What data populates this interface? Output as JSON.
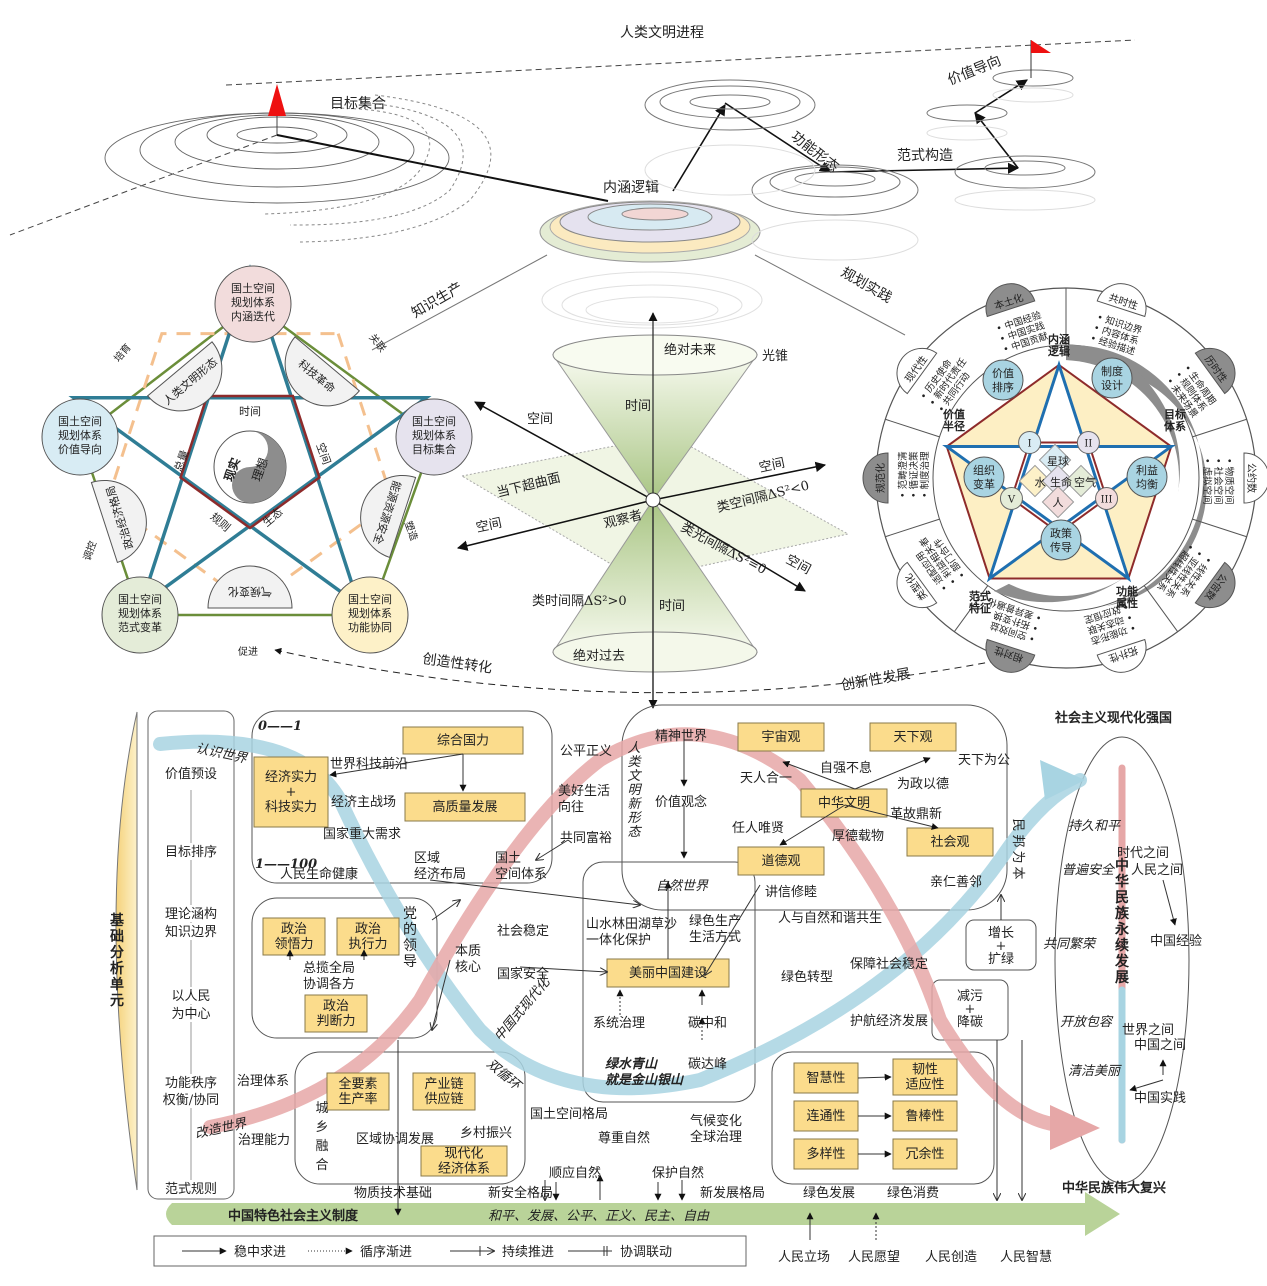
{
  "top": {
    "title": "人类文明进程",
    "goal_set": "目标集合",
    "connotation_logic": "内涵逻辑",
    "function_form": "功能形态",
    "paradigm_construction": "范式构造",
    "value_orientation": "价值导向",
    "knowledge_production": "知识生产",
    "planning_practice": "规划实践",
    "colors": {
      "flag": "#ee1111"
    }
  },
  "pentagram": {
    "nodes": [
      {
        "id": "top",
        "lines": [
          "国土空间",
          "规划体系",
          "内涵迭代"
        ],
        "color": "#f2dcdc"
      },
      {
        "id": "right",
        "lines": [
          "国土空间",
          "规划体系",
          "目标集合"
        ],
        "color": "#e6e3ee"
      },
      {
        "id": "bottom-right",
        "lines": [
          "国土空间",
          "规划体系",
          "功能协同"
        ],
        "color": "#fdf1c8"
      },
      {
        "id": "bottom-left",
        "lines": [
          "国土空间",
          "规划体系",
          "范式变革"
        ],
        "color": "#e4ecd8"
      },
      {
        "id": "left",
        "lines": [
          "国土空间",
          "规划体系",
          "价值导向"
        ],
        "color": "#d8ecf4"
      }
    ],
    "edges": [
      "关联",
      "塑造",
      "促进",
      "调控",
      "培育"
    ],
    "arcs": [
      "科技革命",
      "能源资源安全",
      "气候变化",
      "政治经济格局",
      "人类文明形态"
    ],
    "inner": [
      "时间",
      "空间",
      "生态",
      "规则",
      "总量"
    ],
    "yinyang": {
      "reality": "现实",
      "ideal": "理想"
    }
  },
  "cone": {
    "absolute_future": "绝对未来",
    "light_cone": "光锥",
    "time": "时间",
    "space": "空间",
    "present_hypersurface": "当下超曲面",
    "observer": "观察者",
    "spacelike": "类空间隔ΔS²<0",
    "lightlike": "类光间隔ΔS²=0",
    "timelike": "类时间隔ΔS²>0",
    "absolute_past": "绝对过去",
    "creative_transformation": "创造性转化",
    "innovative_development": "创新性发展"
  },
  "wheel": {
    "vertices": [
      "内涵逻辑",
      "目标体系",
      "功能属性",
      "范式特征",
      "价值半径"
    ],
    "mid_nodes": [
      "制度设计",
      "利益均衡",
      "政策传导",
      "组织变革",
      "价值排序"
    ],
    "roman": [
      "I",
      "II",
      "III",
      "IV",
      "V"
    ],
    "core": [
      "星球",
      "水",
      "生命",
      "空气",
      "人"
    ],
    "sectors": [
      {
        "label": "本土化",
        "dark": true,
        "items": [
          "中国经验",
          "中国实践",
          "中国贡献"
        ]
      },
      {
        "label": "共时性",
        "dark": false,
        "items": [
          "知识边界",
          "内容体系",
          "经验描述"
        ]
      },
      {
        "label": "历时性",
        "dark": true,
        "items": [
          "生命周期",
          "规则体系",
          "未来场景"
        ]
      },
      {
        "label": "公约数",
        "dark": false,
        "items": [
          "物质空间",
          "社会空间",
          "虚拟空间"
        ]
      },
      {
        "label": "公倍数",
        "dark": true,
        "items": [
          "线性关系",
          "亚线性关系",
          "超线性关系"
        ]
      },
      {
        "label": "拓扑性",
        "dark": false,
        "items": [
          "功能形态",
          "动态关联",
          "效应恒定"
        ]
      },
      {
        "label": "相对性",
        "dark": true,
        "items": [
          "空间效益",
          "拓扑变换",
          "差异普遍化"
        ]
      },
      {
        "label": "类型化",
        "dark": false,
        "items": [
          "适配应用",
          "利益相关者",
          "部门合作"
        ]
      },
      {
        "label": "规范化",
        "dark": true,
        "items": [
          "范畴澄清",
          "循证决策",
          "制度治理"
        ]
      },
      {
        "label": "现代性",
        "dark": false,
        "items": [
          "历史使命",
          "新时代责任",
          "共同行动"
        ]
      }
    ]
  },
  "bottom": {
    "base_unit": "基础分析单元",
    "left_column": [
      "价值预设",
      "目标排序",
      "理论涵构\n知识边界",
      "以人民\n为中心",
      "功能秩序\n权衡/协同",
      "范式规则"
    ],
    "know_world": "认识世界",
    "transform_world": "改造世界",
    "scale_0_1": "0——1",
    "scale_1_100": "1——100",
    "boxes": {
      "econ_tech": [
        "经济实力",
        "+",
        "科技实力"
      ],
      "comprehensive": "综合国力",
      "high_quality": "高质量发展",
      "political_insight": [
        "政治",
        "领悟力"
      ],
      "political_execution": [
        "政治",
        "执行力"
      ],
      "political_judgment": [
        "政治",
        "判断力"
      ],
      "all_factor": [
        "全要素",
        "生产率"
      ],
      "industry_chain": [
        "产业链",
        "供应链"
      ],
      "modern_economy": [
        "现代化",
        "经济体系"
      ],
      "beautiful_china": "美丽中国建设",
      "universe_view": "宇宙观",
      "world_view": "天下观",
      "chinese_civ": "中华文明",
      "moral_view": "道德观",
      "social_view": "社会观",
      "smart": "智慧性",
      "connect": "连通性",
      "diverse": "多样性",
      "resilient": [
        "韧性",
        "适应性"
      ],
      "robust": "鲁棒性",
      "redundant": "冗余性",
      "growth_green": [
        "增长",
        "+",
        "扩绿"
      ],
      "reduce_pollution": [
        "减污",
        "+",
        "降碳"
      ]
    },
    "labels": {
      "sci_frontier": "世界科技前沿",
      "econ_battlefield": "经济主战场",
      "national_needs": "国家重大需求",
      "people_health": "人民生命健康",
      "regional_layout": [
        "区域",
        "经济布局"
      ],
      "territorial_system": [
        "国土",
        "空间体系"
      ],
      "party_leadership": "党的领导",
      "overall_coord": [
        "总揽全局",
        "协调各方"
      ],
      "essence_core": [
        "本质",
        "核心"
      ],
      "social_stability": "社会稳定",
      "national_security": "国家安全",
      "fairness_justice": "公平正义",
      "better_life": [
        "美好生活",
        "向往"
      ],
      "common_prosperity": "共同富裕",
      "new_civ_form": "人类文明新形态",
      "spiritual_world": "精神世界",
      "values": "价值观念",
      "natural_world": "自然世界",
      "unity_heaven": "天人合一",
      "self_improve": "自强不息",
      "govern_virtue": "为政以德",
      "world_public": "天下为公",
      "merit": "任人唯贤",
      "virtue_carry": "厚德载物",
      "reform": "革故鼎新",
      "people_basis": "民邦为本",
      "trust": "讲信修睦",
      "neighbor": "亲仁善邻",
      "harmony": "人与自然和谐共生",
      "mountains": [
        "山水林田湖草沙",
        "一体化保护"
      ],
      "green_lifestyle": [
        "绿色生产",
        "生活方式"
      ],
      "green_transition": "绿色转型",
      "social_guarantee": "保障社会稳定",
      "econ_escort": "护航经济发展",
      "system_gov": "系统治理",
      "carbon_neutral": "碳中和",
      "carbon_peak": "碳达峰",
      "green_gold": [
        "绿水青山",
        "就是金山银山"
      ],
      "chinese_modern": "中国式现代化",
      "dual_circ": "双循环",
      "gov_system": "治理体系",
      "gov_capacity": "治理能力",
      "urban_rural": "城乡融合",
      "regional_coord": "区域协调发展",
      "rural_revival": "乡村振兴",
      "material_base": "物质技术基础",
      "territorial_pattern": "国土空间格局",
      "respect_nature": "尊重自然",
      "conform_nature": "顺应自然",
      "protect_nature": "保护自然",
      "climate": [
        "气候变化",
        "全球治理"
      ],
      "new_security": "新安全格局",
      "new_dev": "新发展格局",
      "green_dev": "绿色发展",
      "green_consume": "绿色消费",
      "socialist_power": "社会主义现代化强国",
      "lasting_peace": "持久和平",
      "universal_security": "普遍安全",
      "common_prosperity2": "共同繁荣",
      "open_inclusive": "开放包容",
      "clean_beautiful": "清洁美丽",
      "between_eras": "时代之间",
      "between_people": "人民之间",
      "china_exp": "中国经验",
      "between_world": "世界之间",
      "between_china": "中国之间",
      "china_practice": "中国实践",
      "sustainable": "中华民族永续发展",
      "rejuvenation": "中华民族伟大复兴",
      "socialist_system": "中国特色社会主义制度",
      "values_line": "和平、发展、公平、正义、民主、自由",
      "people_stance": "人民立场",
      "people_wish": "人民愿望",
      "people_create": "人民创造",
      "people_wisdom": "人民智慧"
    },
    "legend": [
      "稳中求进",
      "循序渐进",
      "持续推进",
      "协调联动"
    ],
    "colors": {
      "box": "#fbdc8c",
      "blue_band": "#a8d4e2",
      "red_band": "#e6a7a7",
      "green_band": "#b9d399",
      "dark_red_text": "#b03a3a"
    }
  }
}
